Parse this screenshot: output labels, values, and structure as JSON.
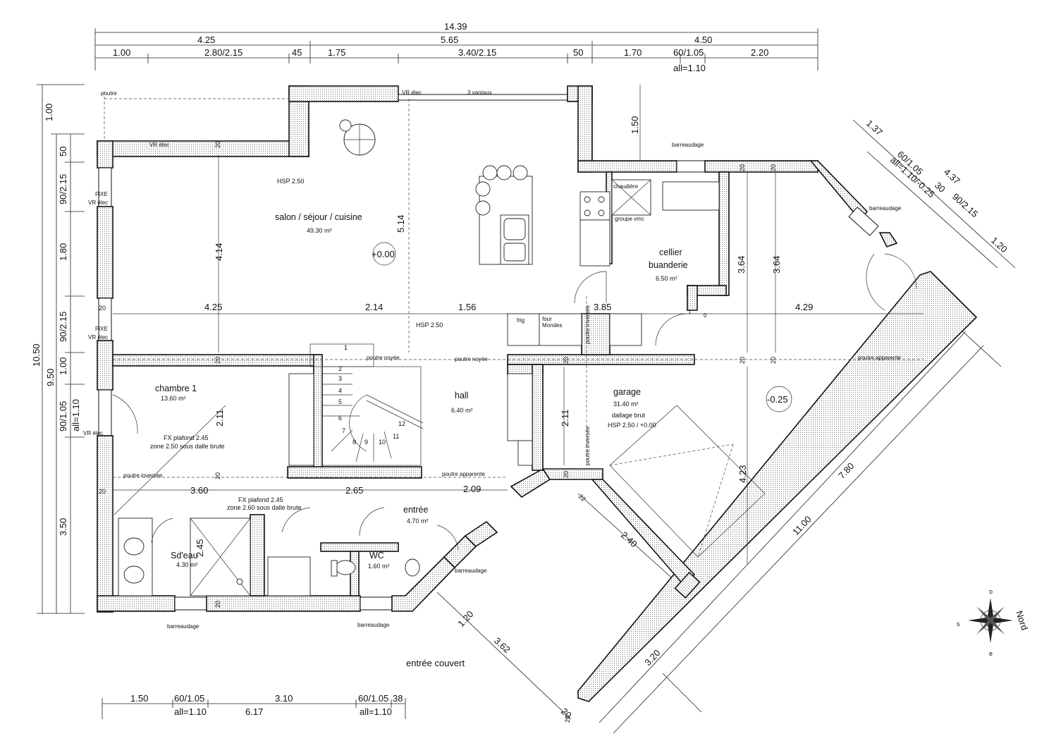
{
  "top_dims": {
    "total": "14.39",
    "segments": [
      "4.25",
      "5.65",
      "4.50"
    ],
    "details": [
      "1.00",
      "2.80/2.15",
      "45",
      "1.75",
      "3.40/2.15",
      "50",
      "1.70",
      "60/1.05",
      "2.20"
    ],
    "sill": "all=1.10"
  },
  "left_dims": {
    "total": "10.50",
    "sub": "9.50",
    "details": [
      "1.00",
      "50",
      "90/2.15",
      "1.80",
      "90/2.15",
      "1.00",
      "90/1.05",
      "3.50"
    ],
    "sill": "all=1.10"
  },
  "bottom_dims": {
    "details": [
      "1.50",
      "60/1.05",
      "3.10",
      "60/1.05",
      "38"
    ],
    "sill_left": "all=1.10",
    "middle": "6.17",
    "sill_right": "all=1.10"
  },
  "diag_dims": {
    "right_top": [
      "1.37",
      "60/1.05",
      "all=1.10/-0.25",
      "4.37",
      "30",
      "90/2.15",
      "1.20"
    ],
    "right_long": [
      "7.80",
      "11.00",
      "3.20"
    ],
    "garage_door": [
      "2.40",
      "30",
      "20"
    ],
    "entry": [
      "1.20",
      "3.62",
      "20"
    ]
  },
  "inner_dims": [
    "4.14",
    "5.14",
    "4.25",
    "2.14",
    "1.56",
    "3.85",
    "4.29",
    "3.64",
    "3.64",
    "2.11",
    "2.11",
    "3.60",
    "2.65",
    "2.09",
    "2.45",
    "4.23",
    "1.50",
    "22",
    "20",
    "20",
    "20",
    "20",
    "20",
    "20",
    "20",
    "20",
    "20",
    "20",
    "20",
    "20",
    "20"
  ],
  "rooms": {
    "salon": {
      "name": "salon / séjour / cuisine",
      "area": "49.30 m²",
      "hsp": "HSP 2.50"
    },
    "cellier": {
      "name1": "cellier",
      "name2": "buanderie",
      "area": "6.50 m²"
    },
    "chambre": {
      "name": "chambre 1",
      "area": "13.60 m²",
      "note1": "FX plafond 2.45",
      "note2": "zone 2.50 sous dalle brute"
    },
    "hall": {
      "name": "hall",
      "area": "6.40 m²",
      "hsp": "HSP 2.50"
    },
    "garage": {
      "name": "garage",
      "area": "31.40 m²",
      "note1": "dallage brut",
      "note2": "HSP 2.50 / +0.00"
    },
    "entree": {
      "name": "entrée",
      "area": "4.70 m²",
      "note1": "FX plafond 2.45",
      "note2": "zone 2.60 sous dalle brute"
    },
    "sdeau": {
      "name": "Sd'eau",
      "area": "4.30 m²"
    },
    "wc": {
      "name": "WC",
      "area": "1.60 m²"
    }
  },
  "levels": {
    "main": "+0.00",
    "garage": "-0.25"
  },
  "labels": {
    "poutre": "poutre",
    "vr_elec": "VR élec",
    "trois_vantaux": "3 vantaux",
    "fixe": "FIXE",
    "barreaudage": "barreaudage",
    "chaudiere": "chaudière",
    "groupe_vmc": "groupe vmc",
    "frig": "frig",
    "four": "four",
    "mondes": "Mondes",
    "poutre_noyee": "poutre noyée",
    "poutre_apparente": "poutre apparente",
    "poutre_inversee": "poutre inversée",
    "entree_couvert": "entrée couvert",
    "stair_first": "1",
    "stair_last": "12",
    "door_marks": [
      "1",
      "0"
    ]
  },
  "stairs": [
    "2",
    "3",
    "4",
    "5",
    "6",
    "7",
    "8",
    "9",
    "10",
    "11"
  ],
  "compass": {
    "label": "Nord",
    "letters": [
      "o",
      "s",
      "e"
    ]
  },
  "colors": {
    "line": "#111111",
    "hatch": "#777777",
    "background": "#ffffff"
  }
}
